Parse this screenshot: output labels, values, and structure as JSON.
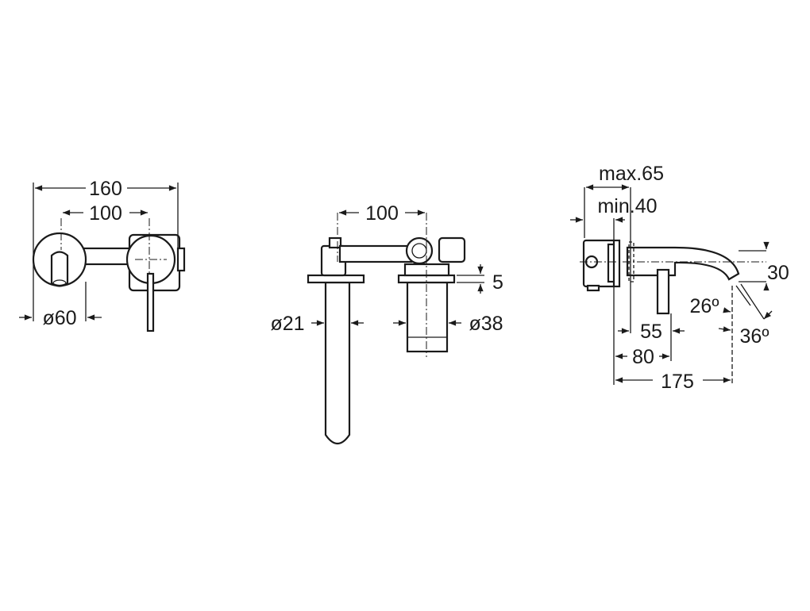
{
  "title": "Wall-mounted basin mixer dimension drawing",
  "colors": {
    "line": "#1a1a1a",
    "background": "#ffffff"
  },
  "front_view": {
    "width_total": "160",
    "center_distance": "100",
    "plate_diameter": "ø60"
  },
  "top_view": {
    "center_distance": "100",
    "spout_diameter": "ø21",
    "body_diameter": "ø38",
    "flange_thickness": "5"
  },
  "side_view": {
    "max_depth": "max.65",
    "min_depth": "min.40",
    "spout_height": "30",
    "angle_1": "26º",
    "angle_2": "36º",
    "handle_offset": "55",
    "handle_distance": "80",
    "spout_projection": "175"
  }
}
